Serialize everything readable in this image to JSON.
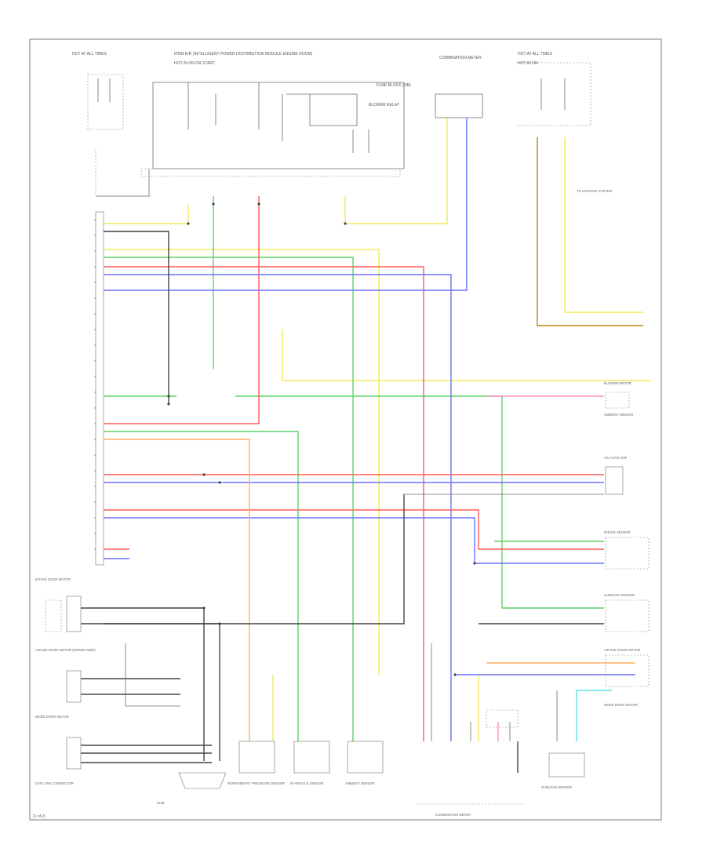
{
  "diagram": {
    "footer_code": "(1 of 2)",
    "colors": {
      "yellow": "#f2e85a",
      "green": "#5fd06a",
      "red": "#ff5a5a",
      "blue": "#6a73ff",
      "pink": "#ff8fb8",
      "orange": "#ffb060",
      "black": "#444444",
      "brown": "#b8860b",
      "cyan": "#5fe0e6",
      "gray": "#9a9a9a"
    },
    "top_labels": [
      "HOT AT ALL TIMES",
      "IPDM E/R (INTELLIGENT POWER DISTRIBUTION MODULE ENGINE ROOM)",
      "HOT IN ON OR START",
      "HOT AT ALL TIMES",
      "FUSE BLOCK (J/B)",
      "BLOWER RELAY",
      "COMBINATION METER",
      "HOT IN ON"
    ],
    "right_labels": [
      "A/C AUTO AMP",
      "TO LIGHTING SYSTEM",
      "BLOWER MOTOR",
      "AMBIENT SENSOR",
      "INTAKE SENSOR",
      "SUNLOAD SENSOR",
      "AIR MIX DOOR MOTOR",
      "MODE DOOR MOTOR"
    ],
    "left_labels": [
      "INTAKE DOOR MOTOR",
      "AIR MIX DOOR MOTOR (DRIVER SIDE)",
      "MODE DOOR MOTOR",
      "DATA LINK CONNECTOR"
    ],
    "bottom_labels": [
      "REFRIGERANT PRESSURE SENSOR",
      "IN-VEHICLE SENSOR",
      "AMBIENT SENSOR",
      "SUNLOAD SENSOR",
      "COMBINATION METER",
      "ECM"
    ]
  }
}
